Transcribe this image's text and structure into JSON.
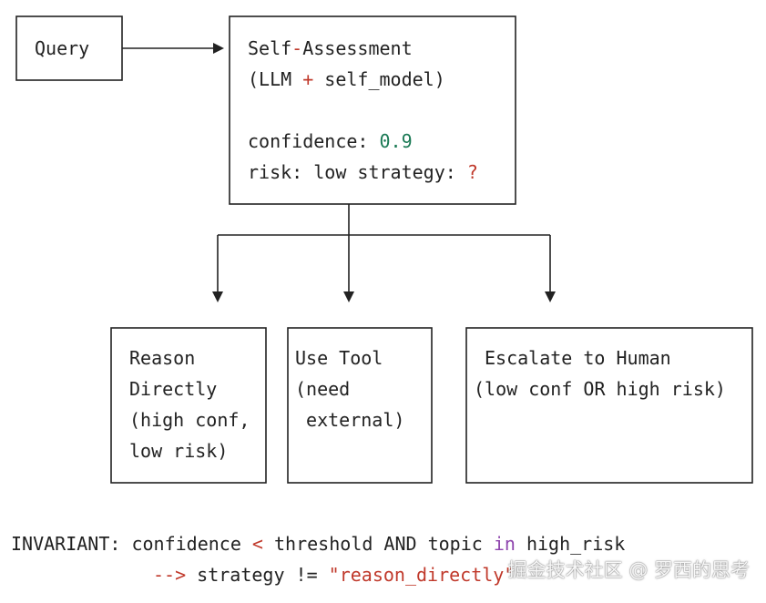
{
  "query": {
    "label": "Query"
  },
  "self_assessment": {
    "title_a": "Self",
    "title_op": "-",
    "title_b": "Assessment",
    "sub_open": "(LLM ",
    "sub_op": "+",
    "sub_close": " self_model)",
    "confidence_label": "confidence: ",
    "confidence_value": "0.9",
    "risk_line": "risk: low strategy: ",
    "strategy_value": "?"
  },
  "options": [
    {
      "lines": [
        "Reason",
        "Directly",
        "(high conf,",
        "low risk)"
      ]
    },
    {
      "lines": [
        "Use Tool",
        "(need",
        " external)"
      ]
    },
    {
      "lines": [
        "Escalate to Human",
        "(low conf OR high risk)"
      ]
    }
  ],
  "invariant": {
    "label": "INVARIANT: ",
    "confidence": "confidence ",
    "lt": "<",
    "threshold": " threshold AND topic ",
    "in_kw": "in",
    "high_risk": " high_risk",
    "arrow": "-->",
    "strategy": " strategy != ",
    "string_value": "\"reason_directly\""
  },
  "watermark": "掘金技术社区 @ 罗西的思考"
}
